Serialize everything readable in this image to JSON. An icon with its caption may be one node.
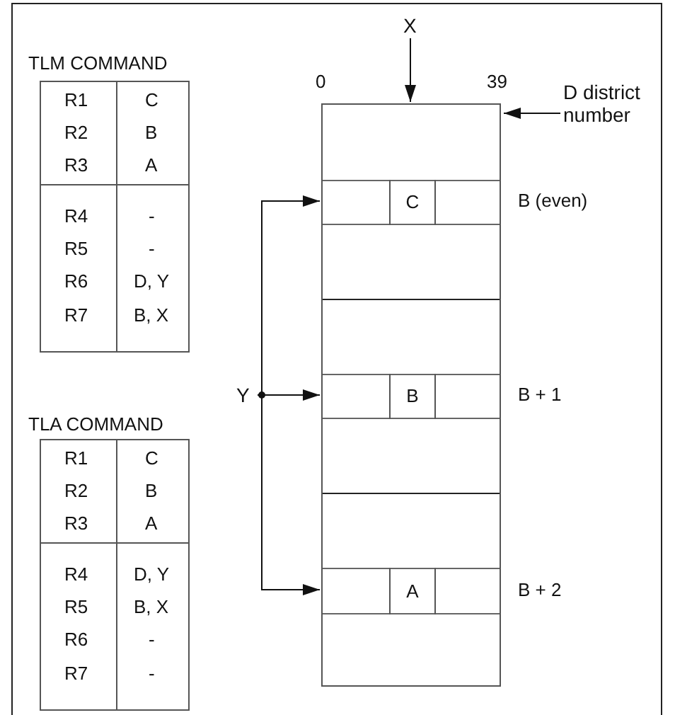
{
  "diagram": {
    "nodes": [
      {
        "text": [],
        "shape": "box"
      },
      {
        "text": [
          "C"
        ],
        "in": 0,
        "beside": [
          "B (even)"
        ]
      },
      {
        "text": [
          "B"
        ],
        "in": 0,
        "beside": [
          "B + 1"
        ]
      },
      {
        "text": [
          "A"
        ],
        "in": 0,
        "beside": [
          "B + 2"
        ]
      },
      {
        "text": [
          "X"
        ]
      },
      {
        "text": [
          "D district number"
        ]
      },
      {
        "text": [
          "Y"
        ]
      }
    ],
    "edges": [
      {
        "from": 4,
        "to": 0,
        "arrow": "to"
      },
      {
        "from": 5,
        "to": 0,
        "arrow": "to"
      },
      {
        "from": 6,
        "to": 1,
        "arrow": "to"
      },
      {
        "from": 6,
        "to": 2,
        "arrow": "to"
      },
      {
        "from": 6,
        "to": 3,
        "arrow": "to"
      }
    ],
    "labels": [
      "TLM COMMAND",
      "R1",
      "C",
      "R2",
      "B",
      "R3",
      "A",
      "R4",
      "-",
      "R5",
      "-",
      "R6",
      "D, Y",
      "R7",
      "B, X",
      "TLA COMMAND",
      "R1",
      "C",
      "R2",
      "B",
      "R3",
      "A",
      "R4",
      "D, Y",
      "R5",
      "B, X",
      "R6",
      "-",
      "R7",
      "-",
      "0",
      "39"
    ]
  }
}
